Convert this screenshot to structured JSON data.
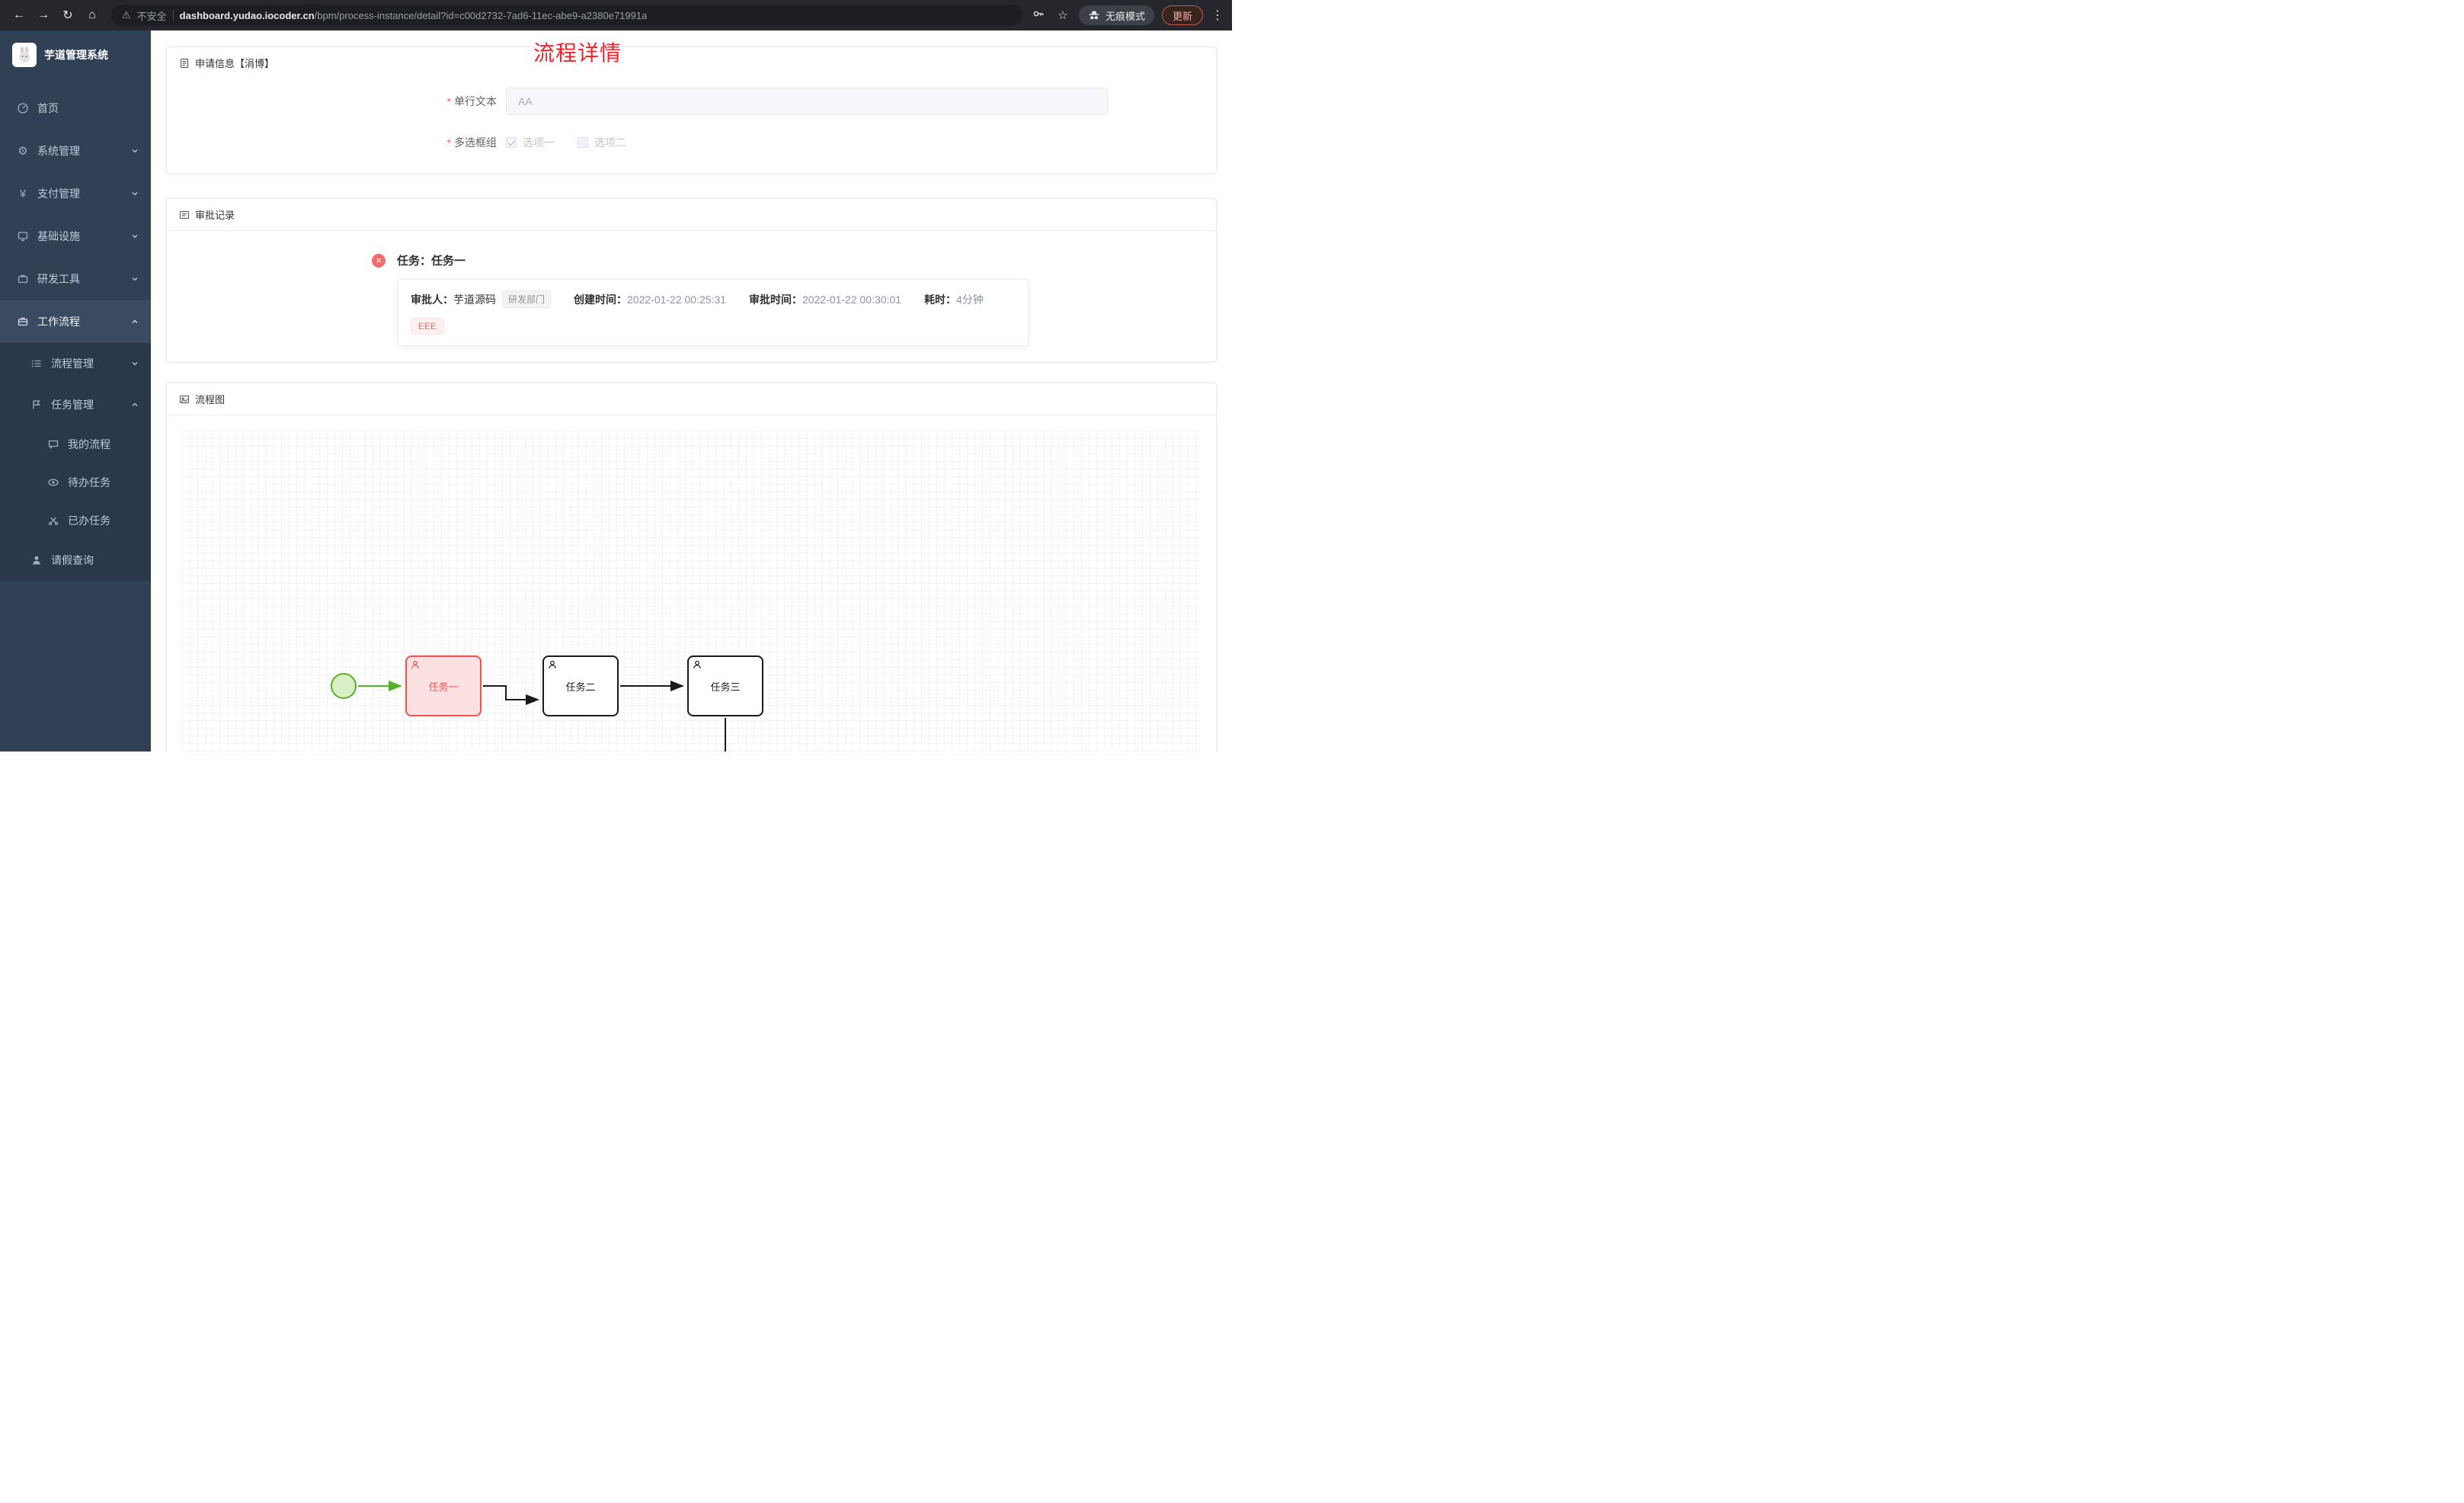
{
  "browser": {
    "security_label": "不安全",
    "url_domain": "dashboard.yudao.iocoder.cn",
    "url_path": "/bpm/process-instance/detail?id=c00d2732-7ad6-11ec-abe9-a2380e71991a",
    "incognito_label": "无痕模式",
    "update_label": "更新"
  },
  "icons": {
    "back-icon": "←",
    "forward-icon": "→",
    "reload-icon": "↻",
    "home-icon": "⌂",
    "warning-icon": "⚠",
    "star-icon": "☆",
    "more-icon": "⋮",
    "gear-icon": "⚙",
    "yen-icon": "¥",
    "close-icon": "×"
  },
  "sidebar": {
    "logo_title": "芋道管理系统",
    "items": [
      {
        "label": "首页"
      },
      {
        "label": "系统管理"
      },
      {
        "label": "支付管理"
      },
      {
        "label": "基础设施"
      },
      {
        "label": "研发工具"
      },
      {
        "label": "工作流程"
      },
      {
        "label": "流程管理"
      },
      {
        "label": "任务管理"
      },
      {
        "label": "我的流程"
      },
      {
        "label": "待办任务"
      },
      {
        "label": "已办任务"
      },
      {
        "label": "请假查询"
      }
    ]
  },
  "page": {
    "title": "流程详情"
  },
  "apply_card": {
    "header": "申请信息【涓博】",
    "text_field": {
      "label": "单行文本",
      "value": "AA"
    },
    "checkbox_field": {
      "label": "多选框组",
      "options": [
        {
          "label": "选项一",
          "checked": true
        },
        {
          "label": "选项二",
          "checked": false
        }
      ]
    }
  },
  "approval_card": {
    "header": "审批记录",
    "task_title": "任务：任务一",
    "approver_label": "审批人：",
    "approver": "芋道源码",
    "dept_tag": "研发部门",
    "create_label": "创建时间：",
    "create_time": "2022-01-22 00:25:31",
    "approve_label": "审批时间：",
    "approve_time": "2022-01-22 00:30:01",
    "duration_label": "耗时：",
    "duration": "4分钟",
    "comment_tag": "EEE"
  },
  "diagram_card": {
    "header": "流程图",
    "nodes": [
      {
        "label": "任务一",
        "state": "active"
      },
      {
        "label": "任务二",
        "state": "normal"
      },
      {
        "label": "任务三",
        "state": "normal"
      }
    ]
  },
  "colors": {
    "accent_red": "#f5222d",
    "node_active": "#ff4d4f",
    "start_green": "#55b128",
    "sidebar_bg": "#304156"
  }
}
